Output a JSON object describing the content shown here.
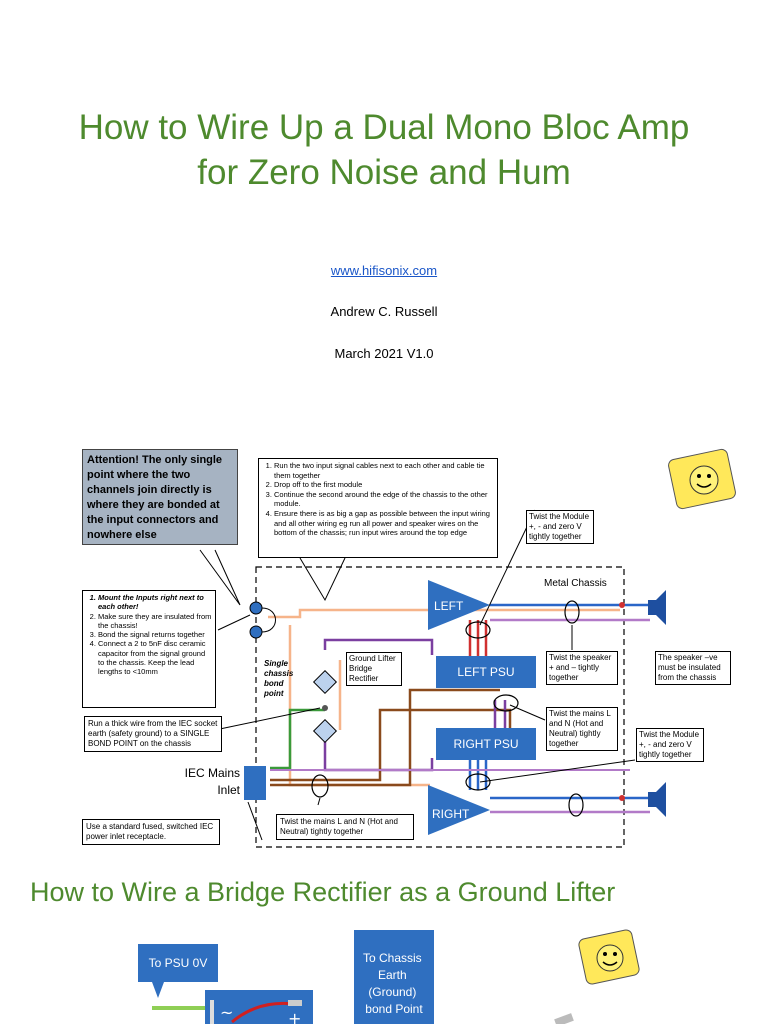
{
  "header": {
    "title_line1": "How to Wire Up  a Dual Mono Bloc Amp",
    "title_line2": "for Zero Noise and Hum",
    "website": "www.hifisonix.com",
    "author": "Andrew C. Russell",
    "date": "March 2021 V1.0"
  },
  "diagram": {
    "attention": "Attention! The only single point where the two channels join directly is where they are bonded at the input connectors and nowhere else",
    "routing_notes": [
      "Run the two input signal cables next to each other and cable tie them together",
      "Drop off to the first module",
      "Continue the second around the edge of the chassis to the other module.",
      "Ensure there is as big a gap as possible between the input wiring and all other wiring eg run all power and speaker wires on the bottom of the chassis; run input wires around the top edge"
    ],
    "input_notes": [
      "Mount the Inputs right next to each other!",
      "Make sure they are insulated from the chassis!",
      "Bond the signal returns together",
      "Connect a 2 to 5nF disc ceramic capacitor from the signal ground to the chassis. Keep the lead lengths to <10mm"
    ],
    "twist_module_top": "Twist the Module +, - and zero V tightly together",
    "metal_chassis": "Metal Chassis",
    "left": "LEFT",
    "right": "RIGHT",
    "left_psu": "LEFT PSU",
    "right_psu": "RIGHT PSU",
    "bond_point": "Single chassis bond point",
    "ground_lifter": "Ground Lifter Bridge Rectifier",
    "twist_speaker": "Twist the speaker + and – tightly together",
    "speaker_neg": "The speaker –ve must be insulated from the chassis",
    "twist_mains_right": "Twist the mains L and N (Hot and Neutral) tightly together",
    "twist_module_bottom": "Twist the Module +, - and zero V tightly together",
    "thick_wire": "Run a thick wire from the IEC socket earth (safety ground) to a SINGLE BOND POINT on the chassis",
    "iec_line1": "IEC Mains",
    "iec_line2": "Inlet",
    "twist_mains_bottom": "Twist the mains L and N (Hot and Neutral) tightly together",
    "iec_fused": "Use a standard  fused, switched IEC power inlet receptacle."
  },
  "subtitle": "How to Wire a Bridge Rectifier as a Ground Lifter",
  "diagram2": {
    "to_psu": "To PSU 0V",
    "to_chassis": "To Chassis Earth (Ground) bond Point",
    "ac_symbol": "~",
    "plus_symbol": "+"
  }
}
